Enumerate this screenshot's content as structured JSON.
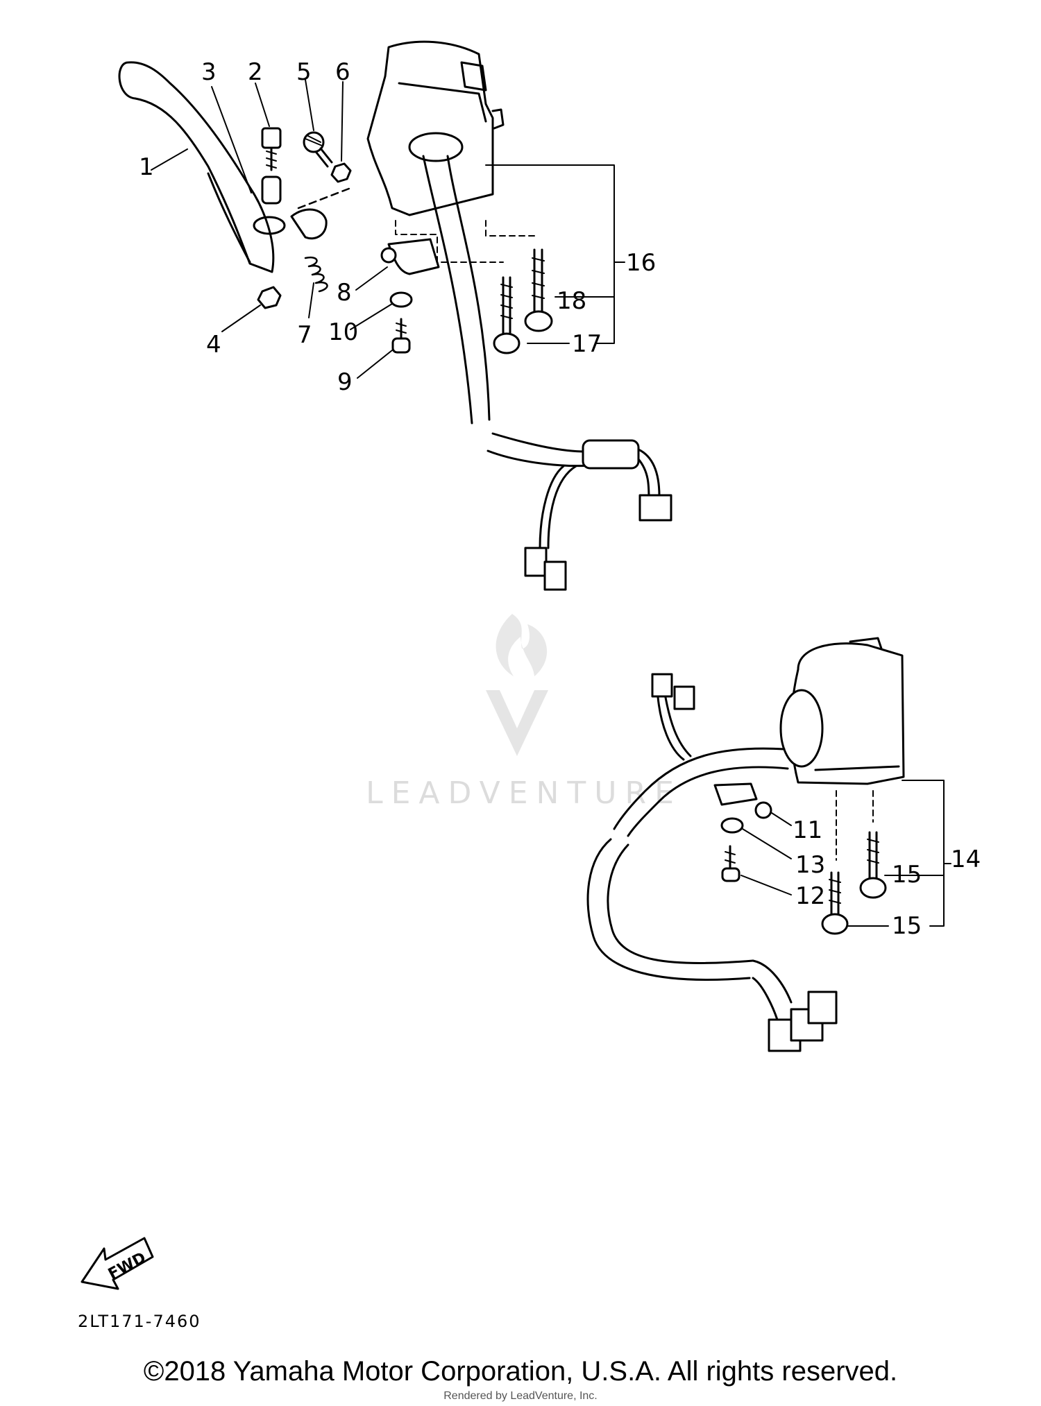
{
  "watermark": {
    "text": "LEADVENTURE"
  },
  "callouts": [
    {
      "id": "p1",
      "text": "1"
    },
    {
      "id": "p2",
      "text": "2"
    },
    {
      "id": "p3",
      "text": "3"
    },
    {
      "id": "p4",
      "text": "4"
    },
    {
      "id": "p5",
      "text": "5"
    },
    {
      "id": "p6",
      "text": "6"
    },
    {
      "id": "p7",
      "text": "7"
    },
    {
      "id": "p8",
      "text": "8"
    },
    {
      "id": "p9",
      "text": "9"
    },
    {
      "id": "p10",
      "text": "10"
    },
    {
      "id": "p11",
      "text": "11"
    },
    {
      "id": "p12",
      "text": "12"
    },
    {
      "id": "p13",
      "text": "13"
    },
    {
      "id": "p14",
      "text": "14"
    },
    {
      "id": "p15a",
      "text": "15"
    },
    {
      "id": "p15b",
      "text": "15"
    },
    {
      "id": "p16",
      "text": "16"
    },
    {
      "id": "p17",
      "text": "17"
    },
    {
      "id": "p18",
      "text": "18"
    }
  ],
  "direction_arrow": {
    "text": "FWD"
  },
  "diagram_code": "2LT171-7460",
  "footer": {
    "copyright": "©2018 Yamaha Motor Corporation, U.S.A. All rights reserved.",
    "rendered_by": "Rendered by LeadVenture, Inc."
  }
}
